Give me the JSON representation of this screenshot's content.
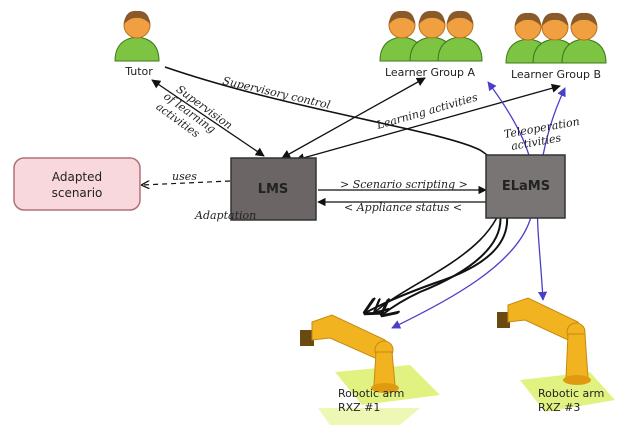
{
  "nodes": {
    "tutor": "Tutor",
    "learner_group_a": "Learner Group A",
    "learner_group_b": "Learner Group B",
    "lms": "LMS",
    "elams": "ELaMS",
    "adapted_scenario_line1": "Adapted",
    "adapted_scenario_line2": "scenario",
    "robot1_line1": "Robotic arm",
    "robot1_line2": "RXZ #1",
    "robot3_line1": "Robotic arm",
    "robot3_line2": "RXZ #3"
  },
  "edges": {
    "supervisory_control": "Supervisory control",
    "supervision_line1": "Supervision",
    "supervision_line2": "of learning",
    "supervision_line3": "activities",
    "learning_activities": "Learning activities",
    "teleoperation_line1": "Teleoperation",
    "teleoperation_line2": "activities",
    "uses": "uses",
    "adaptation": "Adaptation",
    "scenario_scripting": "> Scenario scripting >",
    "appliance_status": "< Appliance status <"
  },
  "colors": {
    "person_head": "#f0a040",
    "person_hair": "#8a5a2b",
    "person_body": "#7cc442",
    "box_fill": "#6b6565",
    "elams_fill": "#7a7575",
    "scenario_fill": "#f8d8dc",
    "scenario_stroke": "#b07078",
    "robot_arm": "#f2b320",
    "robot_base": "#e2f280",
    "edge_black": "#111111",
    "edge_blue": "#4a3fc8"
  }
}
